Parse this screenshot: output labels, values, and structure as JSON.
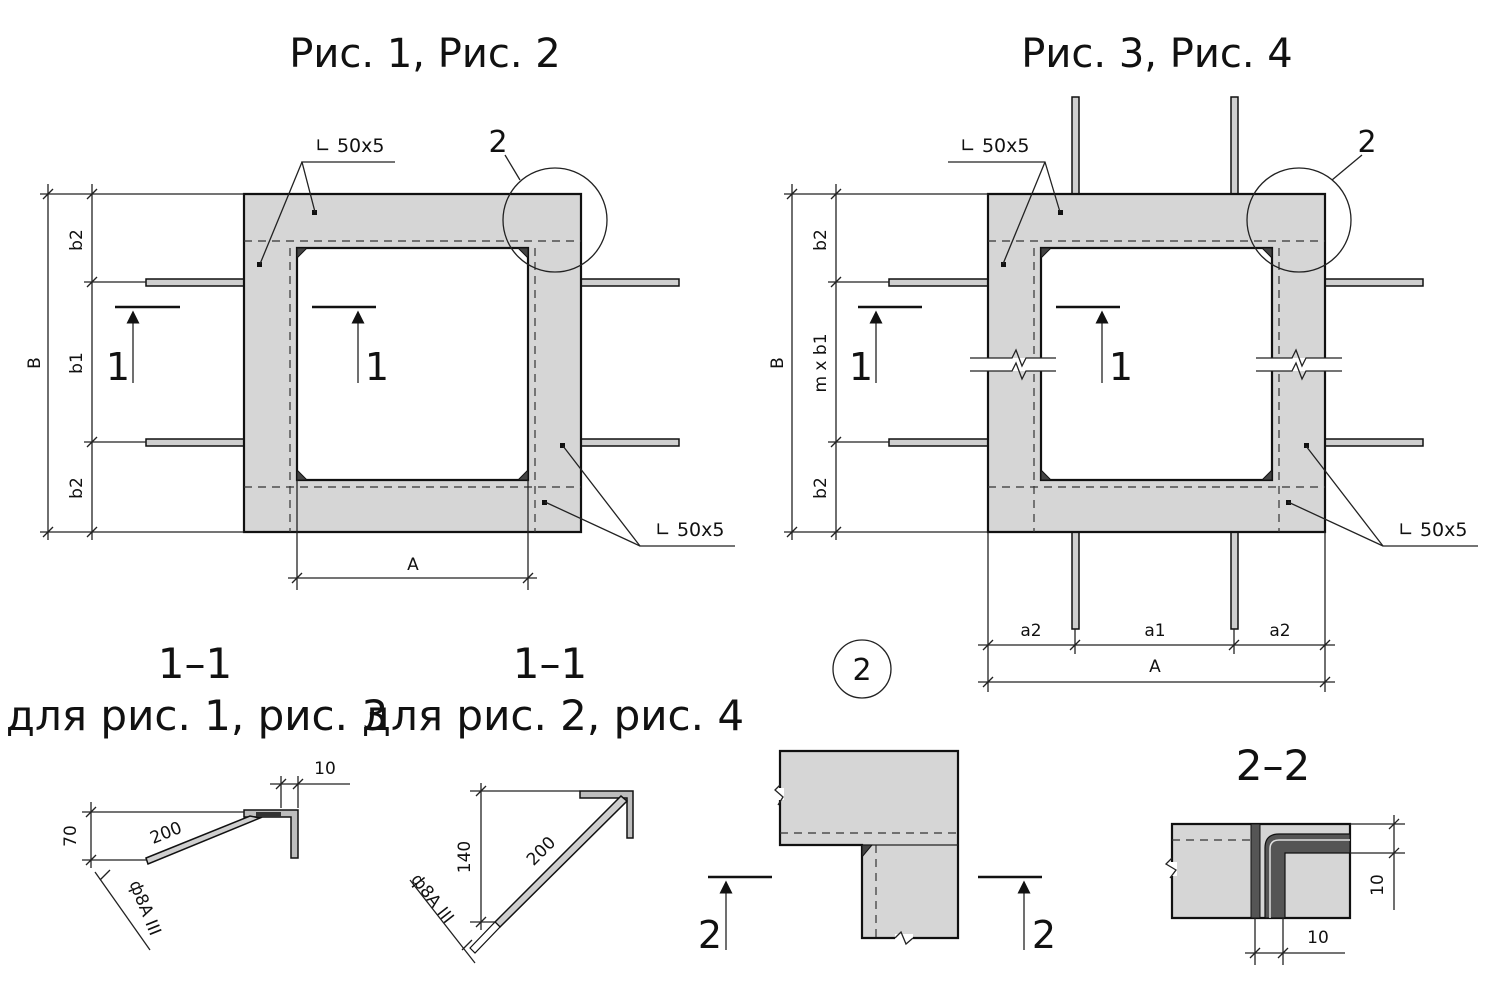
{
  "titles": {
    "top_left": "Рис. 1, Рис. 2",
    "top_right": "Рис. 3, Рис. 4"
  },
  "sections": {
    "s11_a_line1": "1–1",
    "s11_a_line2": "для рис. 1, рис. 3",
    "s11_b_line1": "1–1",
    "s11_b_line2": "для рис. 2, рис. 4",
    "s22": "2–2"
  },
  "labels": {
    "angle_profile": "∟ 50x5",
    "callout_2": "2",
    "detail_node": "2",
    "section_mark_1": "1",
    "section_mark_2": "2"
  },
  "dimensions": {
    "B": "B",
    "b1": "b1",
    "b2": "b2",
    "A": "A",
    "m_x_b1": "m x b1",
    "a1": "a1",
    "a2": "a2",
    "d10": "10",
    "d70": "70",
    "d140": "140",
    "d200": "200",
    "rebar": "ф8А III"
  }
}
